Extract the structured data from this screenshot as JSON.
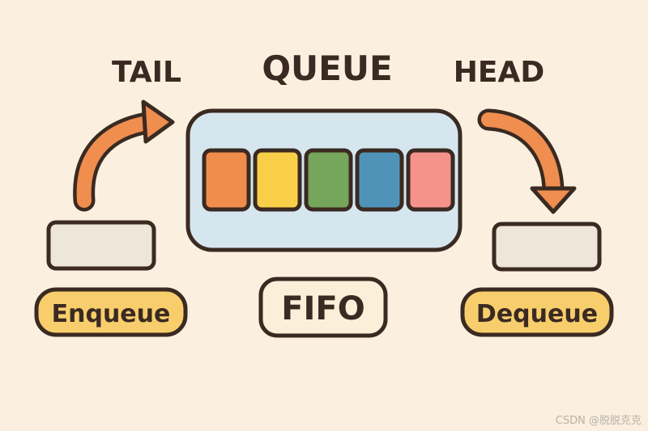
{
  "diagram": {
    "tail_label": "TAIL",
    "queue_label": "QUEUE",
    "head_label": "HEAD",
    "enqueue_label": "Enqueue",
    "fifo_label": "FIFO",
    "dequeue_label": "Dequeue",
    "watermark": "CSDN @脱脱克克"
  },
  "colors": {
    "background": "#FBF0DF",
    "outline": "#3A2A22",
    "queue_fill": "#D6E6EE",
    "arrow": "#EF8E4F",
    "pill_yellow": "#F8CE6C",
    "pill_cream": "#FBEFD9",
    "slot_fill": "#EEE6D8",
    "cells": [
      "#F08C4C",
      "#F9CF49",
      "#76A55C",
      "#4F94B8",
      "#F5928A"
    ]
  },
  "queue_cells": [
    {
      "color_name": "orange"
    },
    {
      "color_name": "yellow"
    },
    {
      "color_name": "green"
    },
    {
      "color_name": "blue"
    },
    {
      "color_name": "pink"
    }
  ]
}
